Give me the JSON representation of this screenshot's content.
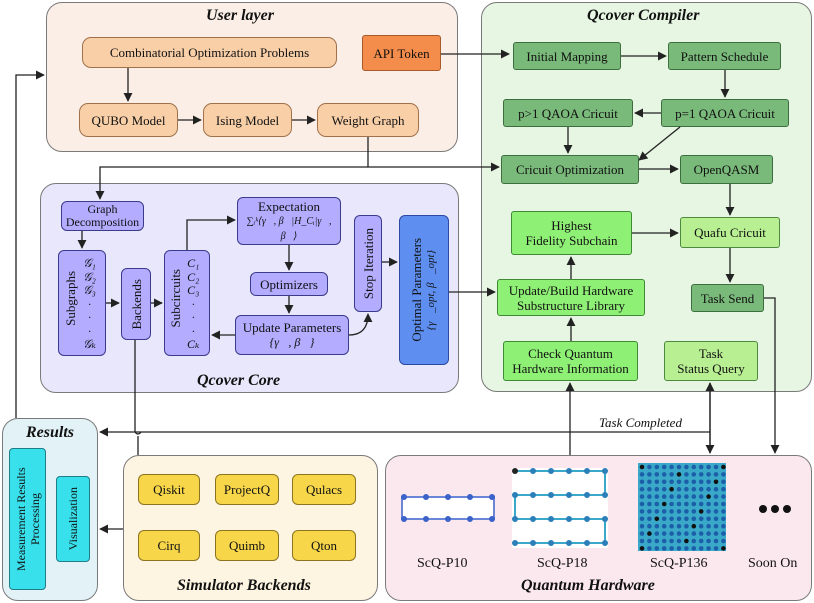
{
  "panels": {
    "user_layer": "User layer",
    "compiler": "Qcover Compiler",
    "core": "Qcover Core",
    "results": "Results",
    "simulators": "Simulator Backends",
    "hardware": "Quantum Hardware"
  },
  "user_layer": {
    "cop": "Combinatorial Optimization Problems",
    "api": "API Token",
    "qubo": "QUBO Model",
    "ising": "Ising Model",
    "weight": "Weight Graph"
  },
  "compiler": {
    "initial_mapping": "Initial Mapping",
    "pattern_schedule": "Pattern Schedule",
    "p_gt1": "p>1 QAOA Cricuit",
    "p_eq1": "p=1 QAOA Cricuit",
    "circuit_opt": "Cricuit Optimization",
    "openqasm": "OpenQASM",
    "highest_fidelity_1": "Highest",
    "highest_fidelity_2": "Fidelity Subchain",
    "quafu": "Quafu Cricuit",
    "update_lib_1": "Update/Build Hardware",
    "update_lib_2": "Substructure Library",
    "task_send": "Task Send",
    "check_hw_1": "Check Quantum",
    "check_hw_2": "Hardware Information",
    "status_1": "Task",
    "status_2": "Status Query"
  },
  "core": {
    "graph_decomp_1": "Graph",
    "graph_decomp_2": "Decomposition",
    "subgraphs": "Subgraphs",
    "subgraph_symbols": [
      "𝒢₁",
      "𝒢₂",
      "𝒢₃",
      "·",
      "·",
      "·",
      "𝒢ₖ"
    ],
    "backends": "Backends",
    "subcircuits": "Subcircuits",
    "subcircuit_symbols": [
      "C₁",
      "C₂",
      "C₃",
      "·",
      "·",
      "·",
      "Cₖ"
    ],
    "expectation": "Expectation",
    "expectation_formula": "∑ᵢᵏ⟨γ⃗, β⃗|H_Cᵢ|γ⃗, β⃗⟩",
    "optimizers": "Optimizers",
    "update_params": "Update Parameters",
    "update_params_formula": "{γ⃗, β⃗}",
    "stop_iteration": "Stop Iteration",
    "optimal_params": "Optimal Parameters",
    "optimal_params_formula": "{γ⃗_opt, β⃗_opt}"
  },
  "results": {
    "measurement": "Measurement Results Processing",
    "visualization": "Visualization"
  },
  "simulators": [
    "Qiskit",
    "ProjectQ",
    "Qulacs",
    "Cirq",
    "Quimb",
    "Qton"
  ],
  "hardware": {
    "labels": [
      "ScQ-P10",
      "ScQ-P18",
      "ScQ-P136",
      "Soon On"
    ]
  },
  "edges": {
    "task_completed": "Task Completed"
  },
  "colors": {
    "user_bg": "#fbeee6",
    "compiler_bg": "#e6f6e2",
    "core_bg": "#e8e7fb",
    "results_bg": "#e2f2f6",
    "sim_bg": "#fdf4e1",
    "hw_bg": "#fbe8ee"
  }
}
